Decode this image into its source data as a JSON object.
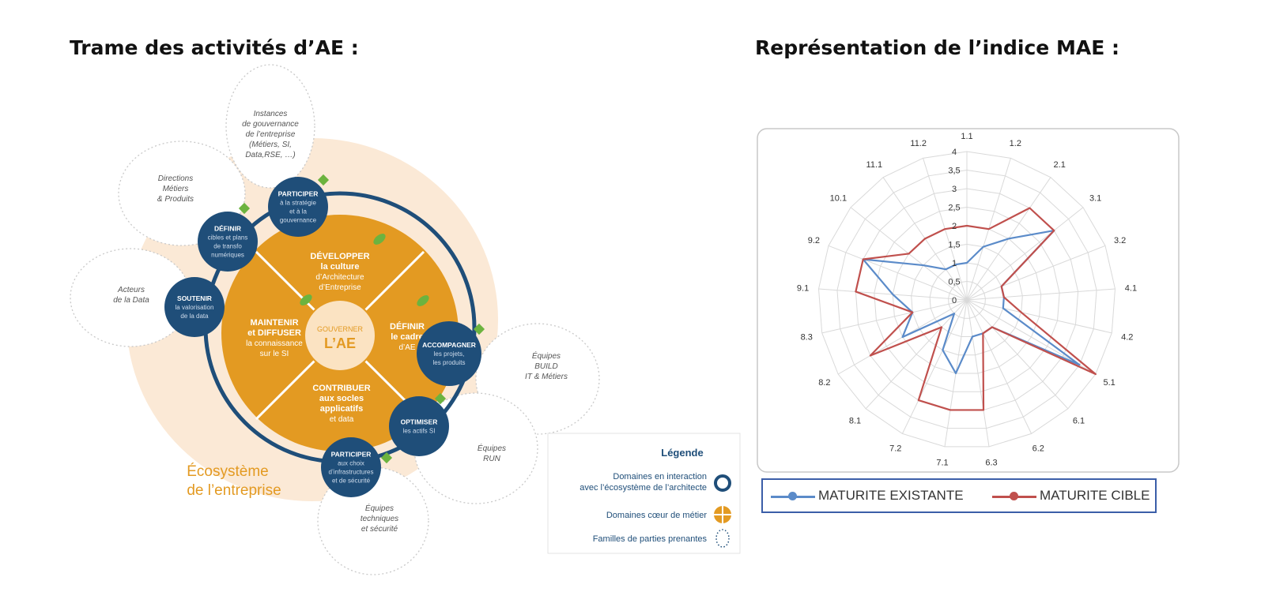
{
  "headings": {
    "left": "Trame des activités d’AE :",
    "right": "Représentation de l’indice MAE :"
  },
  "diagram": {
    "ecosystem_label_1": "Écosystème",
    "ecosystem_label_2": "de l’entreprise",
    "center_label_1": "GOUVERNER",
    "center_label_2": "L’AE",
    "core_sectors": [
      {
        "lines": [
          "DÉVELOPPER",
          "la culture",
          "d’Architecture",
          "d’Entreprise"
        ]
      },
      {
        "lines": [
          "DÉFINIR",
          "le cadre",
          "d’AE"
        ]
      },
      {
        "lines": [
          "CONTRIBUER",
          "aux socles",
          "applicatifs",
          "et data"
        ]
      },
      {
        "lines": [
          "MAINTENIR",
          "et DIFFUSER",
          "la connaissance",
          "sur le SI"
        ]
      }
    ],
    "activities": [
      {
        "lines": [
          "PARTICIPER",
          "à la stratégie",
          "et à la",
          "gouvernance"
        ]
      },
      {
        "lines": [
          "DÉFINIR",
          "cibles et plans",
          "de transfo",
          "numériques"
        ]
      },
      {
        "lines": [
          "SOUTENIR",
          "la valorisation",
          "de la data"
        ]
      },
      {
        "lines": [
          "ACCOMPAGNER",
          "les projets,",
          "les produits"
        ]
      },
      {
        "lines": [
          "OPTIMISER",
          "les actifs SI"
        ]
      },
      {
        "lines": [
          "PARTICIPER",
          "aux choix",
          "d’infrastructures",
          "et de sécurité"
        ]
      }
    ],
    "stakeholders": [
      {
        "lines": [
          "Instances",
          "de gouvernance",
          "de l’entreprise",
          "(Métiers, SI,",
          "Data,RSE, …)"
        ]
      },
      {
        "lines": [
          "Directions",
          "Métiers",
          "& Produits"
        ]
      },
      {
        "lines": [
          "Acteurs",
          "de la Data"
        ]
      },
      {
        "lines": [
          "Équipes",
          "BUILD",
          "IT & Métiers"
        ]
      },
      {
        "lines": [
          "Équipes",
          "RUN"
        ]
      },
      {
        "lines": [
          "Équipes",
          "techniques",
          "et sécurité"
        ]
      }
    ],
    "legend": {
      "title": "Légende",
      "item1_line1": "Domaines en interaction",
      "item1_line2": "avec l’écosystème de l’architecte",
      "item2": "Domaines cœur de métier",
      "item3": "Familles de parties prenantes"
    },
    "colors": {
      "navy": "#1f4e79",
      "orange": "#e39a22",
      "cream": "#fbe9d6",
      "leaf": "#6cb33f"
    }
  },
  "chart_data": {
    "type": "radar",
    "categories": [
      "1.1",
      "1.2",
      "2.1",
      "3.1",
      "3.2",
      "4.1",
      "4.2",
      "5.1",
      "6.1",
      "6.2",
      "6.3",
      "7.1",
      "7.2",
      "8.1",
      "8.2",
      "8.3",
      "9.1",
      "9.2",
      "10.1",
      "11.1",
      "11.2"
    ],
    "r_ticks": [
      "0",
      "0,5",
      "1",
      "1,5",
      "2",
      "2,5",
      "3",
      "3,5",
      "4"
    ],
    "r_range": [
      0,
      4
    ],
    "series": [
      {
        "name": "MATURITE EXISTANTE",
        "color": "#5b8bc9",
        "values": [
          1,
          1.5,
          2,
          3,
          1,
          1,
          1,
          3.5,
          1,
          1,
          1,
          2,
          1.5,
          0.5,
          2,
          1.5,
          2,
          3,
          1.5,
          1,
          1
        ]
      },
      {
        "name": "MATURITE CIBLE",
        "color": "#c0504d",
        "values": [
          2,
          2,
          3,
          3,
          1,
          1,
          1.5,
          4,
          1,
          1,
          3,
          3,
          3,
          1,
          3,
          1.5,
          3,
          3,
          2,
          2,
          2
        ]
      }
    ],
    "grid": true,
    "legend_position": "bottom"
  }
}
